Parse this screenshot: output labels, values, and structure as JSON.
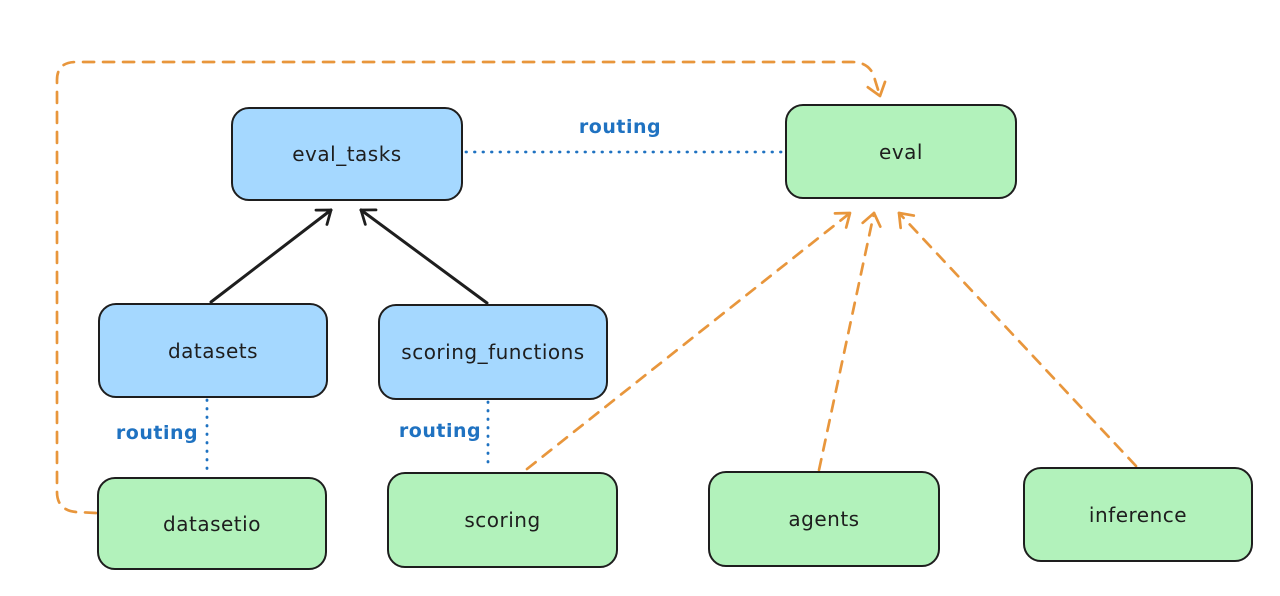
{
  "colors": {
    "background": "#ffffff",
    "blue_node_fill": "#a5d8ff",
    "green_node_fill": "#b2f2bb",
    "node_border": "#1e1e1e",
    "routing_label_blue": "#1f72c1",
    "orange_connector": "#e8963c",
    "black_connector": "#1e1e1e"
  },
  "nodes": {
    "eval_tasks": {
      "label": "eval_tasks",
      "color": "blue"
    },
    "eval": {
      "label": "eval",
      "color": "green"
    },
    "datasets": {
      "label": "datasets",
      "color": "blue"
    },
    "scoring_functions": {
      "label": "scoring_functions",
      "color": "blue"
    },
    "datasetio": {
      "label": "datasetio",
      "color": "green"
    },
    "scoring": {
      "label": "scoring",
      "color": "green"
    },
    "agents": {
      "label": "agents",
      "color": "green"
    },
    "inference": {
      "label": "inference",
      "color": "green"
    }
  },
  "edges": [
    {
      "from": "eval_tasks",
      "to": "eval",
      "style": "dotted-blue",
      "label": "routing"
    },
    {
      "from": "datasets",
      "to": "datasetio",
      "style": "dotted-blue",
      "label": "routing"
    },
    {
      "from": "scoring_functions",
      "to": "scoring",
      "style": "dotted-blue",
      "label": "routing"
    },
    {
      "from": "datasets",
      "to": "eval_tasks",
      "style": "solid-black-arrow"
    },
    {
      "from": "scoring_functions",
      "to": "eval_tasks",
      "style": "solid-black-arrow"
    },
    {
      "from": "datasetio",
      "to": "eval",
      "style": "dashed-orange-arrow"
    },
    {
      "from": "scoring",
      "to": "eval",
      "style": "dashed-orange-arrow"
    },
    {
      "from": "agents",
      "to": "eval",
      "style": "dashed-orange-arrow"
    },
    {
      "from": "inference",
      "to": "eval",
      "style": "dashed-orange-arrow"
    }
  ]
}
